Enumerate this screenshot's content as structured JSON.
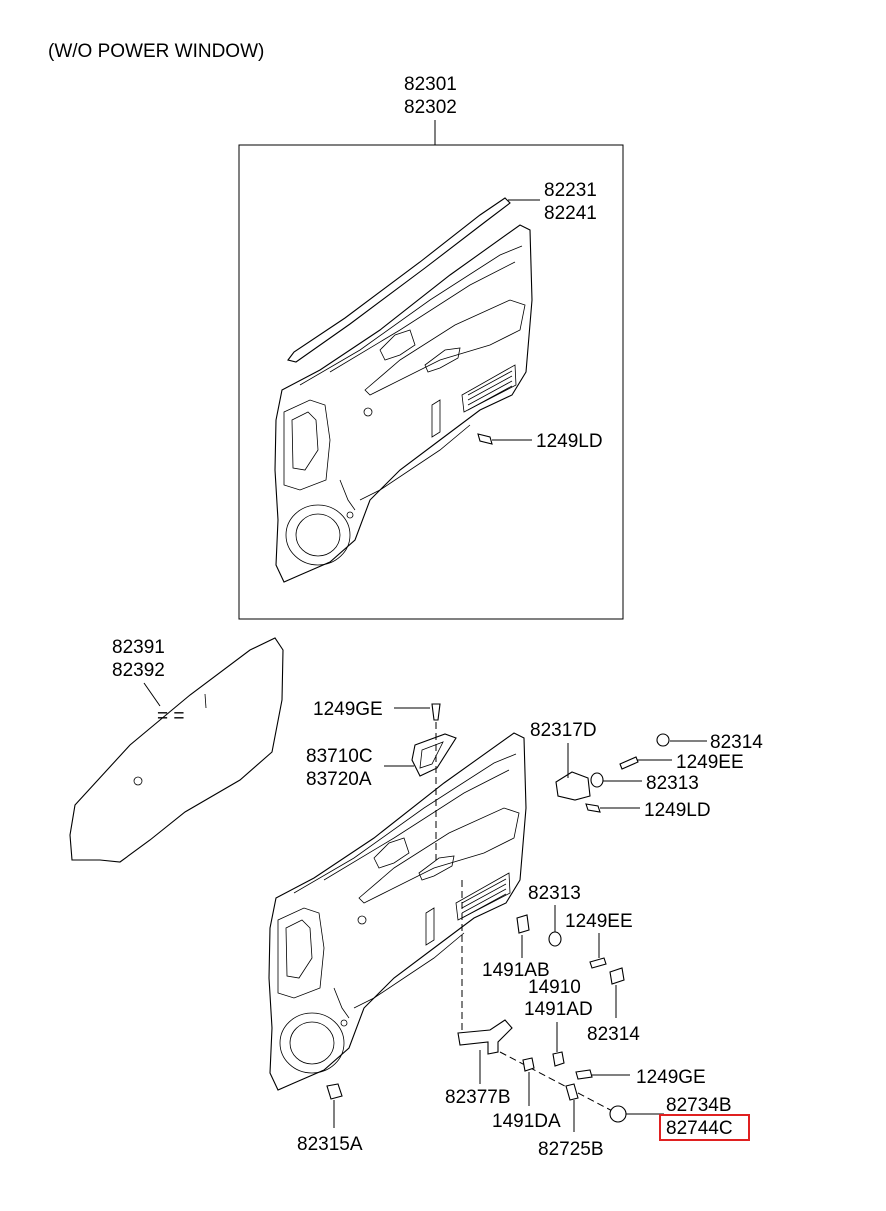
{
  "title": "(W/O POWER WINDOW)",
  "highlight_color": "#e02020",
  "labels": {
    "p82301": "82301",
    "p82302": "82302",
    "p82231": "82231",
    "p82241": "82241",
    "p1249LD_top": "1249LD",
    "p82391": "82391",
    "p82392": "82392",
    "p1249GE_top": "1249GE",
    "p83710C": "83710C",
    "p83720A": "83720A",
    "p82317D": "82317D",
    "p82314_top": "82314",
    "p1249EE_top": "1249EE",
    "p82313_top": "82313",
    "p1249LD_mid": "1249LD",
    "p82313_mid": "82313",
    "p1249EE_mid": "1249EE",
    "p1491AB": "1491AB",
    "p14910": "14910",
    "p1491AD": "1491AD",
    "p82314_mid": "82314",
    "p1249GE_bot": "1249GE",
    "p82377B": "82377B",
    "p82734B": "82734B",
    "p82744C": "82744C",
    "p1491DA": "1491DA",
    "p82725B": "82725B",
    "p82315A": "82315A"
  }
}
